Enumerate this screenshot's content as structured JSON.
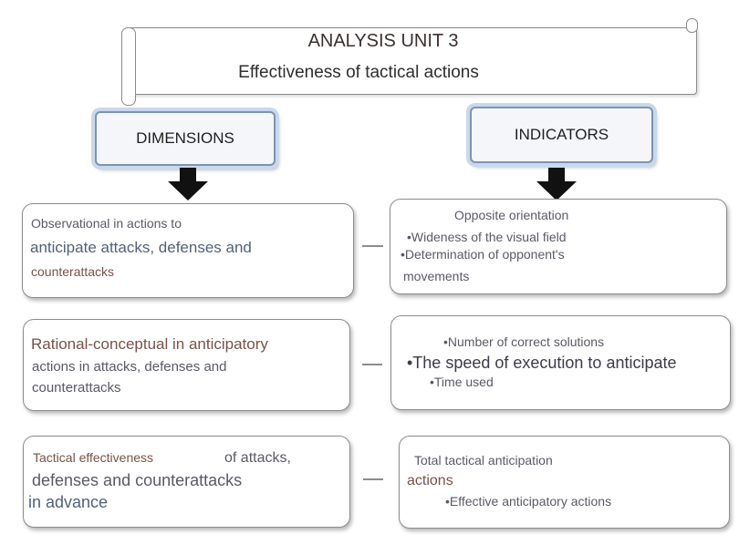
{
  "title": {
    "main": "ANALYSIS UNIT 3",
    "subtitle": "Effectiveness of tactical actions"
  },
  "headers": {
    "dimensions": "DIMENSIONS",
    "indicators": "INDICATORS"
  },
  "rows": [
    {
      "dimension": {
        "line1": "Observational in actions to",
        "line2": "anticipate attacks, defenses and",
        "line3": "counterattacks"
      },
      "indicator": {
        "line1": "Opposite orientation",
        "line2": "•Wideness of the visual field",
        "line3": "•Determination of opponent's",
        "line4": "movements"
      }
    },
    {
      "dimension": {
        "line1": "Rational-conceptual in anticipatory",
        "line2": "actions in attacks, defenses and",
        "line3": "counterattacks"
      },
      "indicator": {
        "line1": "•Number of correct solutions",
        "line2": "•The speed of execution to anticipate",
        "line3": "•Time used"
      }
    },
    {
      "dimension": {
        "line1a": "Tactical effectiveness",
        "line1b": "of attacks,",
        "line2": "defenses and counterattacks",
        "line3": "in advance"
      },
      "indicator": {
        "line1": "Total tactical anticipation",
        "line2": "actions",
        "line3": "•Effective anticipatory actions"
      }
    }
  ]
}
